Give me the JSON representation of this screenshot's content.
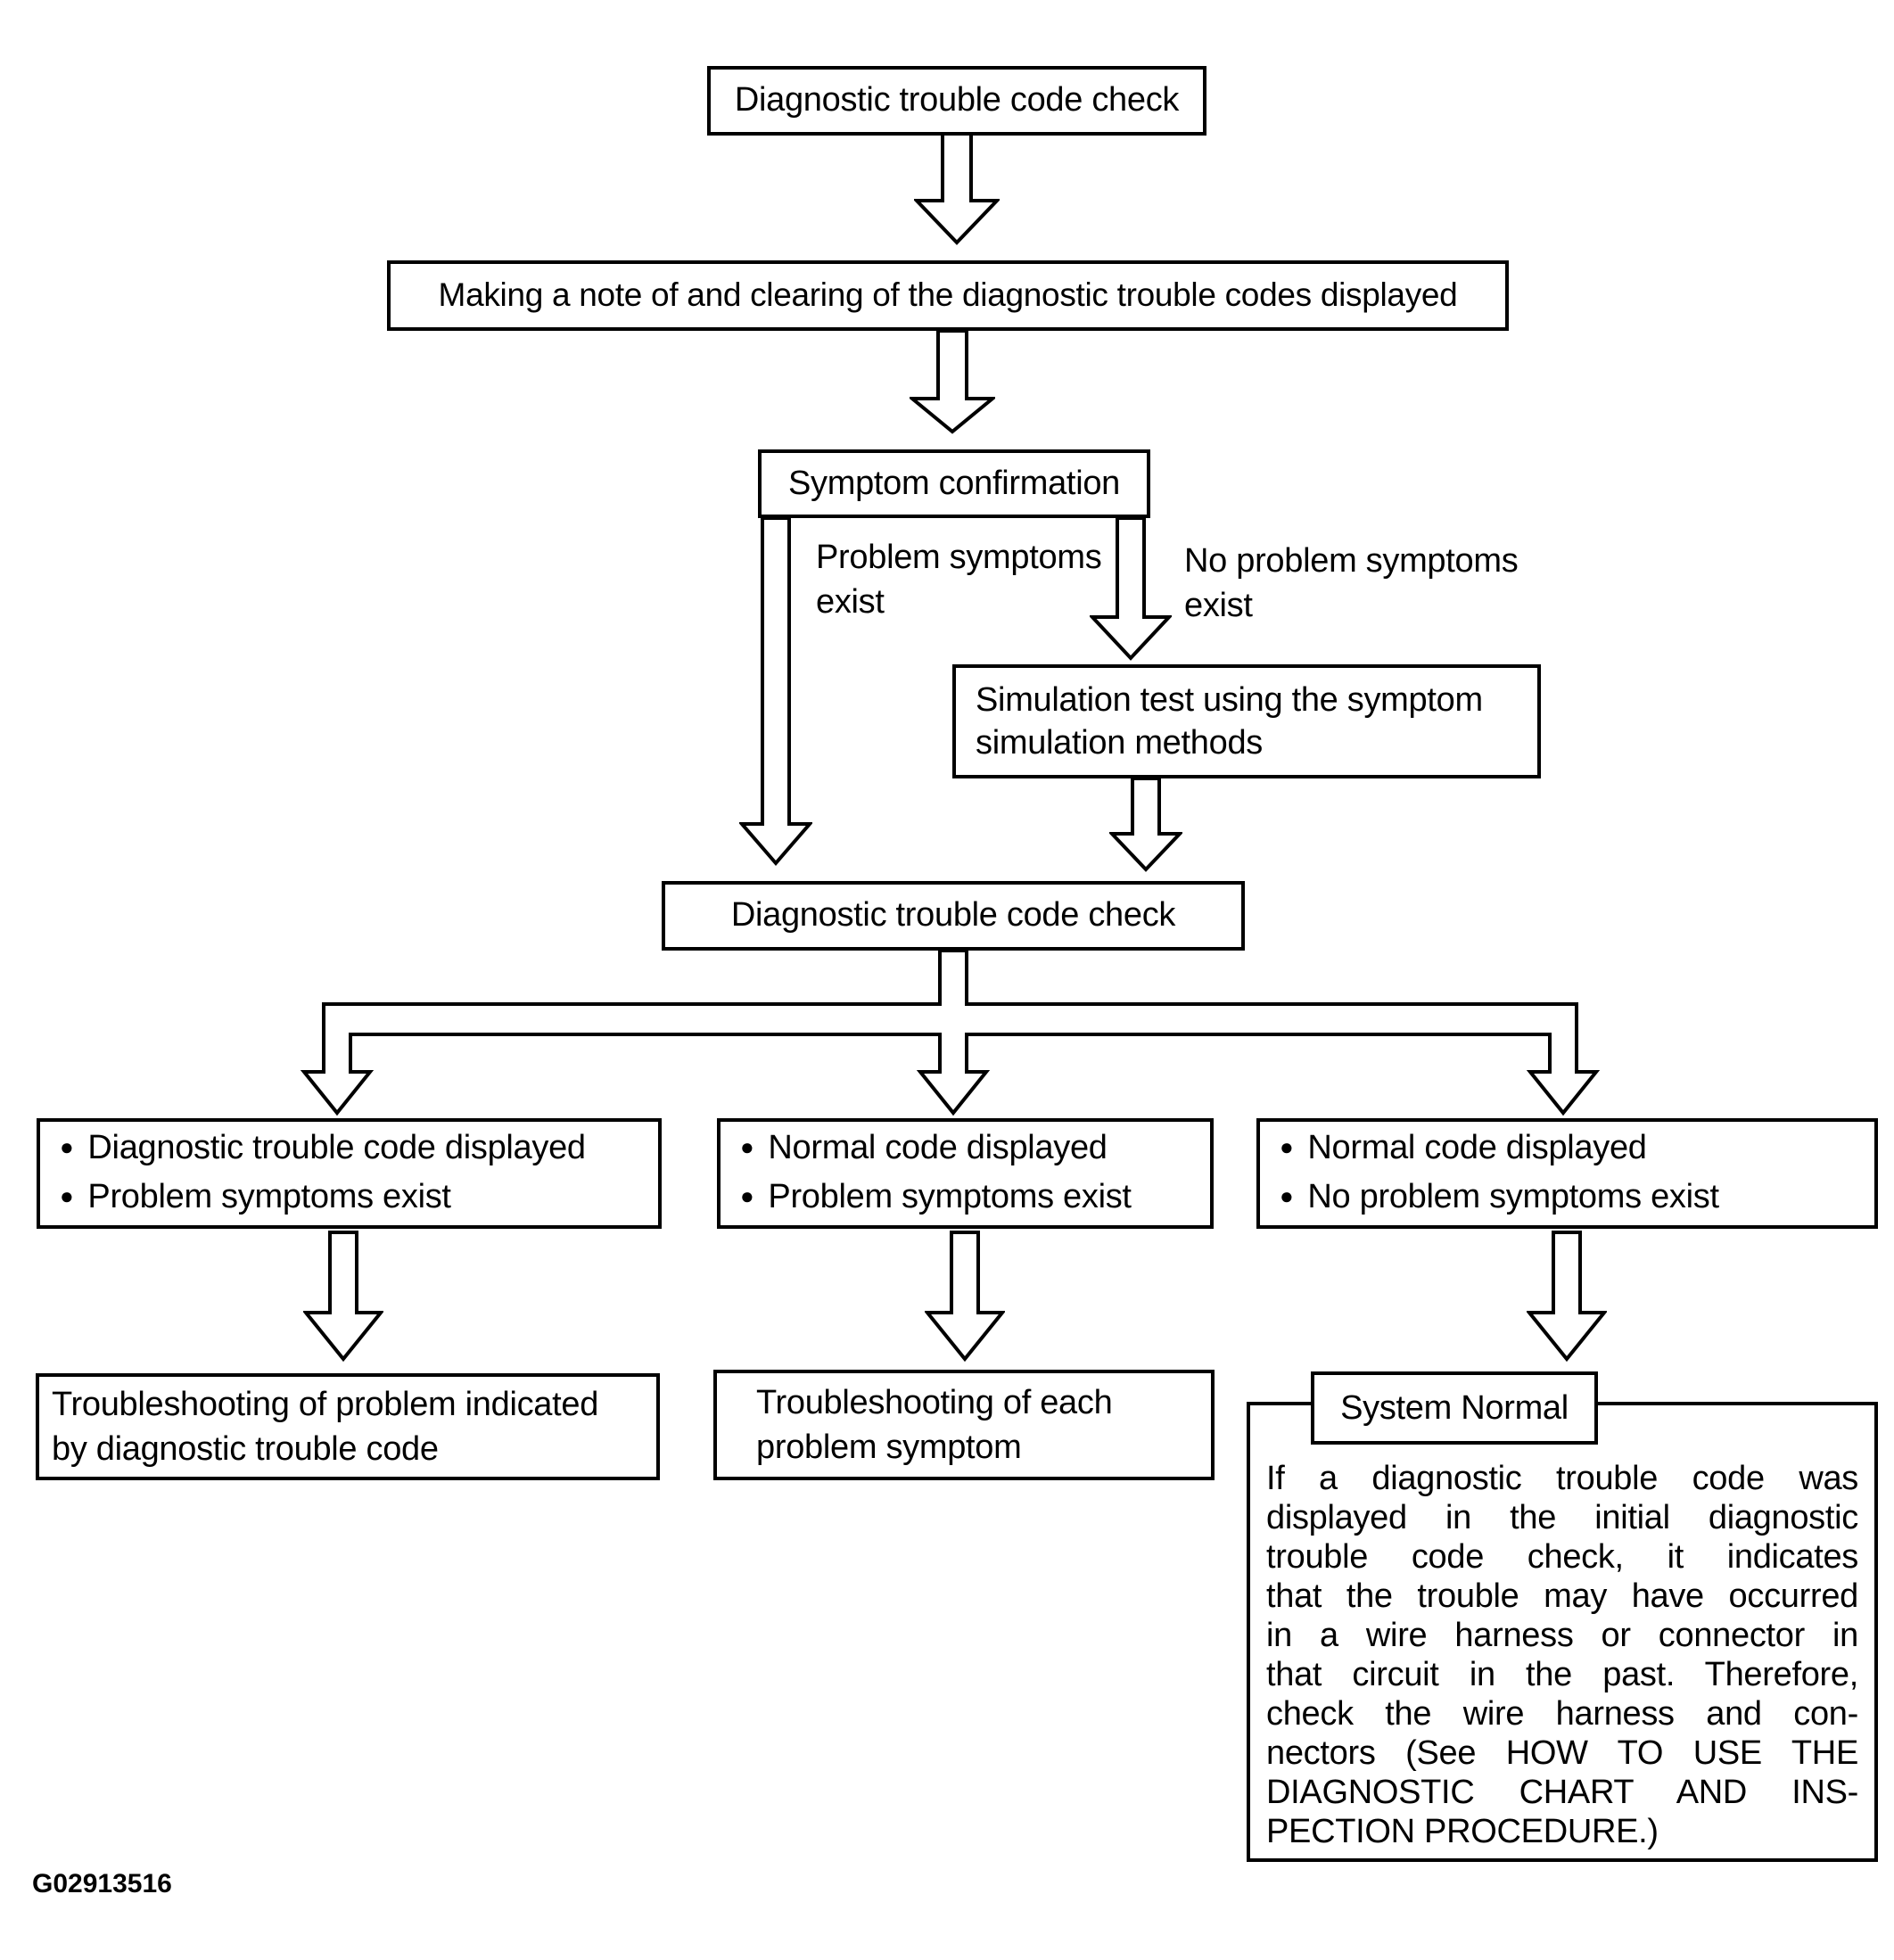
{
  "figure_id": "G02913516",
  "bullet_glyph": "●",
  "colors": {
    "ink": "#000000",
    "paper": "#ffffff"
  },
  "nodes": {
    "dtc_check_top": "Diagnostic trouble code check",
    "making_note": "Making a note of and clearing of the diagnostic trouble codes displayed",
    "symptom_confirmation": "Symptom confirmation",
    "simulation_line1": "Simulation test using the symptom",
    "simulation_line2": "simulation methods",
    "dtc_check_mid": "Diagnostic trouble code check",
    "outcome_left_item1": "Diagnostic trouble code displayed",
    "outcome_left_item2": "Problem symptoms exist",
    "outcome_center_item1": "Normal code displayed",
    "outcome_center_item2": "Problem symptoms exist",
    "outcome_right_item1": "Normal code displayed",
    "outcome_right_item2": "No problem symptoms exist",
    "troubleshoot_code_line1": "Troubleshooting of problem indicated",
    "troubleshoot_code_line2": "by diagnostic trouble code",
    "troubleshoot_symptom_line1": "Troubleshooting of each",
    "troubleshoot_symptom_line2": "problem symptom",
    "system_normal": "System Normal"
  },
  "edge_labels": {
    "problem_line1": "Problem symptoms",
    "problem_line2": "exist",
    "no_problem_line1": "No problem symptoms",
    "no_problem_line2": "exist"
  },
  "system_normal_note": {
    "lines": [
      "If a diagnostic trouble code was",
      "displayed in the initial diagnostic",
      "trouble code check, it indicates",
      "that the trouble may have occurred",
      "in a wire harness or connector in",
      "that circuit in the past. Therefore,",
      "check the wire harness and con-",
      "nectors (See HOW TO USE THE",
      "DIAGNOSTIC CHART AND INS-",
      "PECTION PROCEDURE.)"
    ]
  }
}
